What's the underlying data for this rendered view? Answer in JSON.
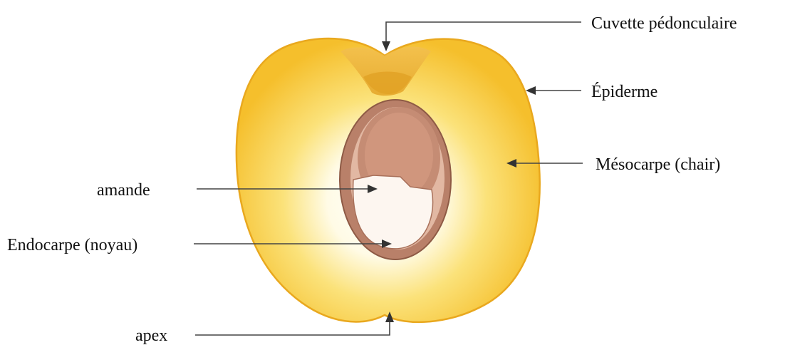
{
  "labels": {
    "cuvette": "Cuvette pédonculaire",
    "epiderme": "Épiderme",
    "mesocarpe": "Mésocarpe (chair)",
    "amande": "amande",
    "endocarpe": "Endocarpe (noyau)",
    "apex": "apex"
  },
  "colors": {
    "skin": "#f2b530",
    "flesh_outer": "#f7c63a",
    "flesh_inner": "#fffbe6",
    "stone_outer": "#b97a66",
    "stone_inner": "#d8aa94",
    "kernel": "#fdf6f0",
    "text": "#111111",
    "leader": "#444444"
  }
}
